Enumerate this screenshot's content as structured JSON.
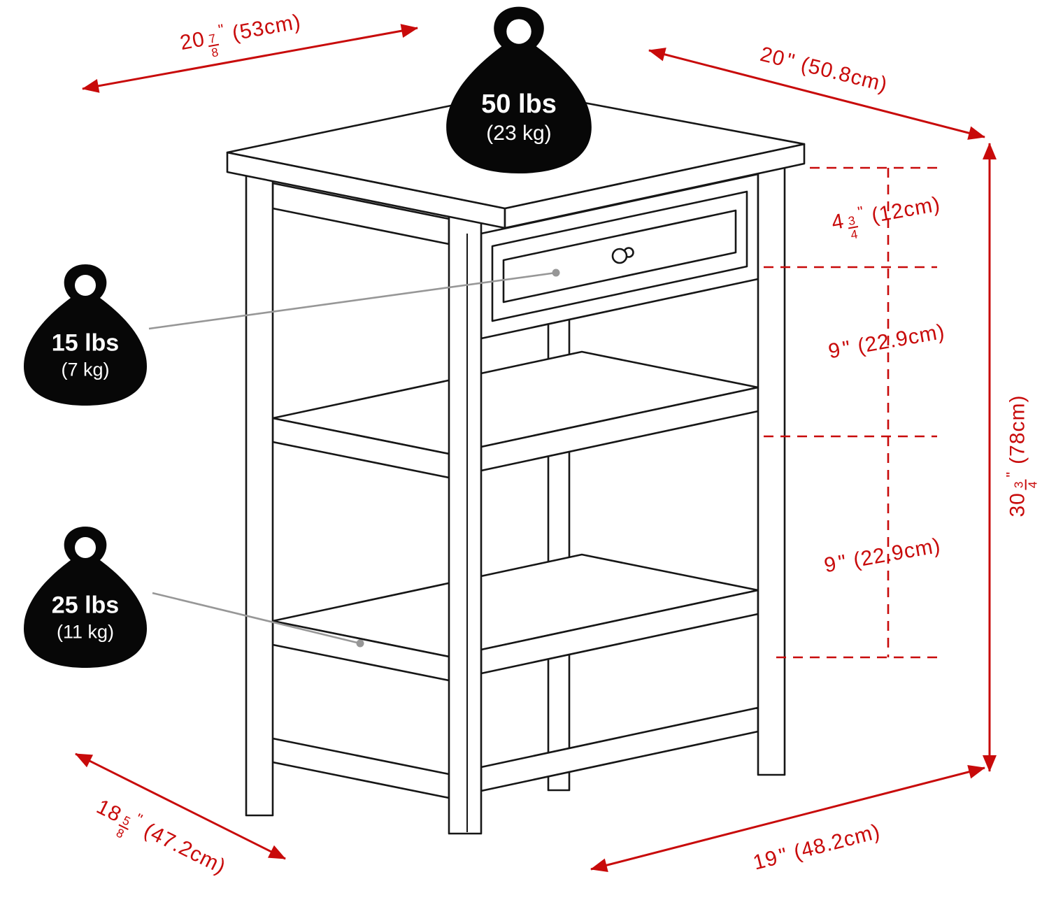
{
  "colors": {
    "dimension": "#c80a0a",
    "drawing": "#161616",
    "weight": "#070707",
    "pointer": "#979797",
    "background": "#ffffff"
  },
  "icons": {
    "weight": "kettlebell-weight-icon"
  },
  "weights": {
    "top": {
      "capacity": "50 lbs",
      "metric": "(23 kg)"
    },
    "drawer": {
      "capacity": "15 lbs",
      "metric": "(7 kg)"
    },
    "shelf": {
      "capacity": "25 lbs",
      "metric": "(11 kg)"
    }
  },
  "dimensions": {
    "top_depth": {
      "whole": "20",
      "num": "7",
      "den": "8",
      "unit": "\"",
      "metric": "(53cm)"
    },
    "top_width": {
      "whole": "20",
      "unit": "\"",
      "metric": "(50.8cm)"
    },
    "drawer_height": {
      "whole": "4",
      "num": "3",
      "den": "4",
      "unit": "\"",
      "metric": "(12cm)"
    },
    "upper_clearance": {
      "whole": "9",
      "unit": "\"",
      "metric": "(22.9cm)"
    },
    "overall_height": {
      "whole": "30",
      "num": "3",
      "den": "4",
      "unit": "\"",
      "metric": "(78cm)"
    },
    "lower_clearance": {
      "whole": "9",
      "unit": "\"",
      "metric": "(22.9cm)"
    },
    "base_depth": {
      "whole": "18",
      "num": "5",
      "den": "8",
      "unit": "\"",
      "metric": "(47.2cm)"
    },
    "base_width": {
      "whole": "19",
      "unit": "\"",
      "metric": "(48.2cm)"
    }
  }
}
